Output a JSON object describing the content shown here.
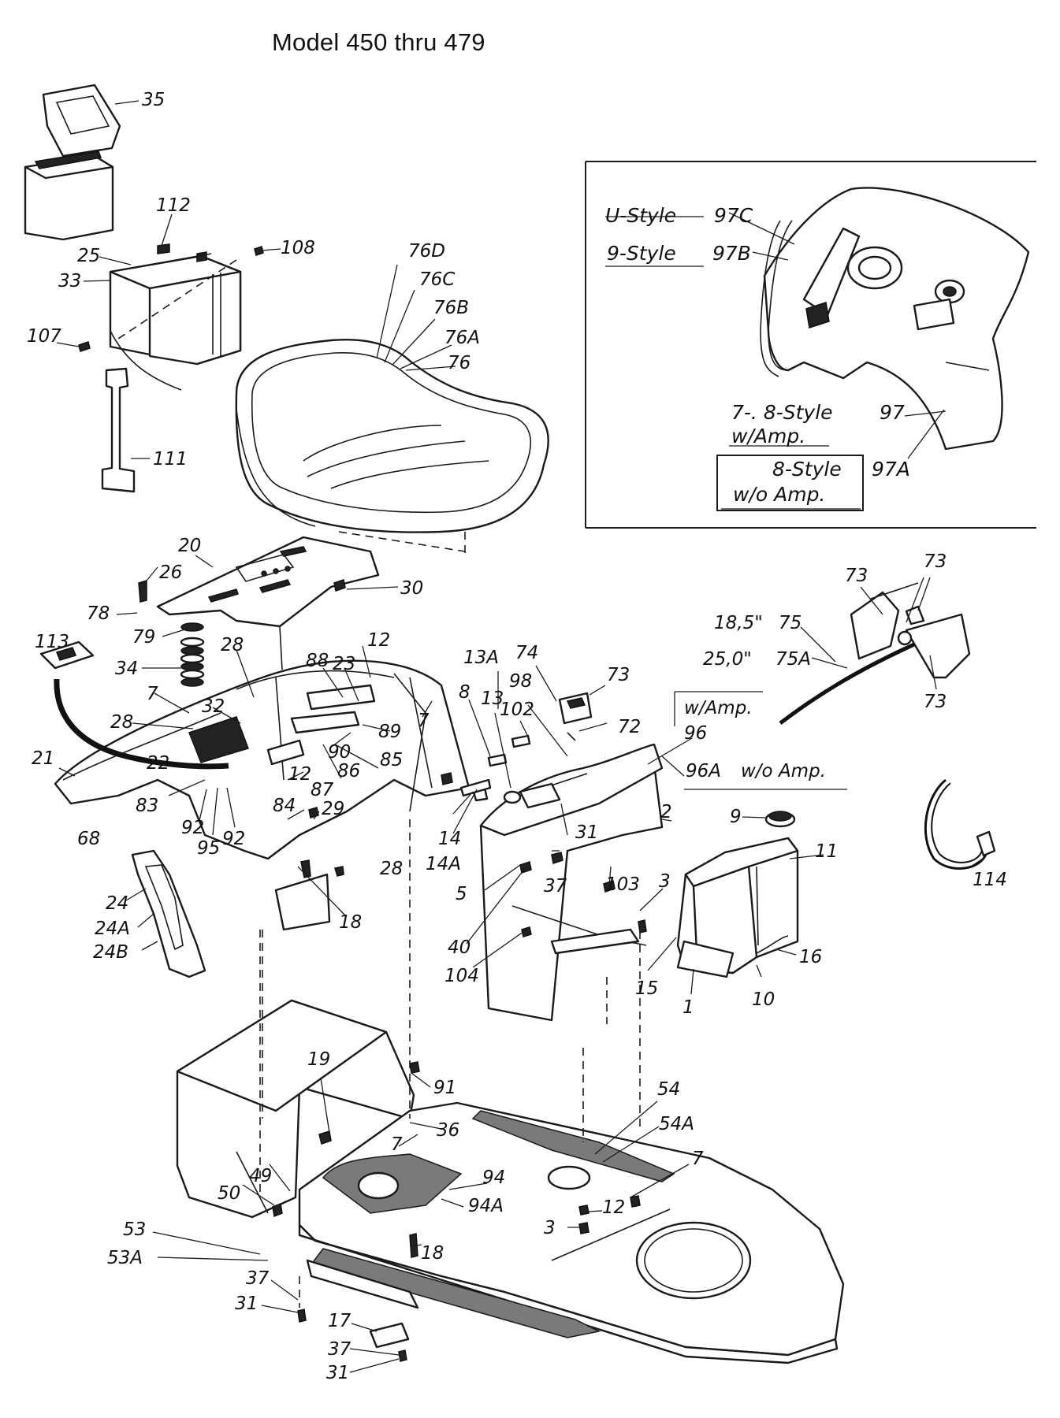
{
  "title": "Model  450 thru 479",
  "callouts": {
    "c35": "35",
    "c112": "112",
    "c108": "108",
    "c25": "25",
    "c33": "33",
    "c107": "107",
    "c111": "111",
    "c76D": "76D",
    "c76C": "76C",
    "c76B": "76B",
    "c76A": "76A",
    "c76": "76",
    "c20": "20",
    "c26": "26",
    "c30": "30",
    "c78": "78",
    "c79": "79",
    "c113": "113",
    "c34": "34",
    "c28a": "28",
    "c28b": "28",
    "c28c": "28",
    "c7a": "7",
    "c7b": "7",
    "c32": "32",
    "c12a": "12",
    "c12b": "12",
    "c88": "88",
    "c23": "23",
    "c89": "89",
    "c90": "90",
    "c86": "86",
    "c85": "85",
    "c22": "22",
    "c87": "87",
    "c21": "21",
    "c68": "68",
    "c83": "83",
    "c84": "84",
    "c29": "29",
    "c92a": "92",
    "c92b": "92",
    "c95": "95",
    "c18a": "18",
    "c24": "24",
    "c24A": "24A",
    "c24B": "24B",
    "c13A": "13A",
    "c74": "74",
    "c73a": "73",
    "c8": "8",
    "c13": "13",
    "c98": "98",
    "c102": "102",
    "c72": "72",
    "c96": "96",
    "c14": "14",
    "c14A": "14A",
    "c31a": "31",
    "c37a": "37",
    "c5": "5",
    "c2": "2",
    "c40": "40",
    "c104": "104",
    "c103": "103",
    "c3a": "3",
    "c15": "15",
    "c1": "1",
    "c9": "9",
    "c11": "11",
    "c16": "16",
    "c10": "10",
    "c75": "75",
    "c75A": "75A",
    "c73b": "73",
    "c73c": "73",
    "c73d": "73",
    "c114": "114",
    "c19": "19",
    "c91": "91",
    "c36": "36",
    "c7c": "7",
    "c54": "54",
    "c54A": "54A",
    "c7d": "7",
    "c94": "94",
    "c94A": "94A",
    "c12c": "12",
    "c3b": "3",
    "c49": "49",
    "c50": "50",
    "c53": "53",
    "c53A": "53A",
    "c18b": "18",
    "c37b": "37",
    "c31b": "31",
    "c17": "17",
    "c37c": "37",
    "c31c": "31"
  },
  "notes": {
    "len_185": "18,5\"",
    "len_250": "25,0\"",
    "w_amp": "w/Amp.",
    "c96A": "96A",
    "wo_amp": "w/o Amp."
  },
  "inset": {
    "u_style": "U-Style",
    "c97C": "97C",
    "nine_style": "9-Style",
    "c97B": "97B",
    "seven_eight_style": "7-. 8-Style",
    "w_amp": "w/Amp.",
    "c97": "97",
    "eight_style": "8-Style",
    "c97A": "97A",
    "wo_amp": "w/o Amp."
  }
}
